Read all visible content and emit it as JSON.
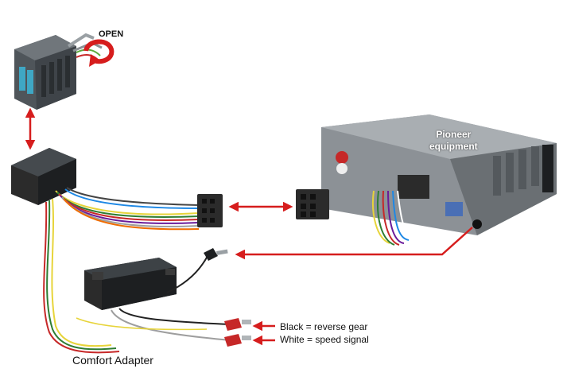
{
  "labels": {
    "open": "OPEN",
    "brand_line1": "Pioneer",
    "brand_line2": "equipment",
    "signal_black": "Black = reverse gear",
    "signal_white": "White = speed signal",
    "caption": "Comfort Adapter"
  },
  "colors": {
    "arrow": "#d61d1d",
    "connector_dark": "#2b2b2b",
    "connector_grey": "#555a5f",
    "radio_body": "#7d8286",
    "wire_colors": [
      "#e7d43a",
      "#2e7d32",
      "#c62828",
      "#6a1b9a",
      "#9e9e9e",
      "#ffffff",
      "#ef6c00",
      "#1e88e5"
    ]
  }
}
